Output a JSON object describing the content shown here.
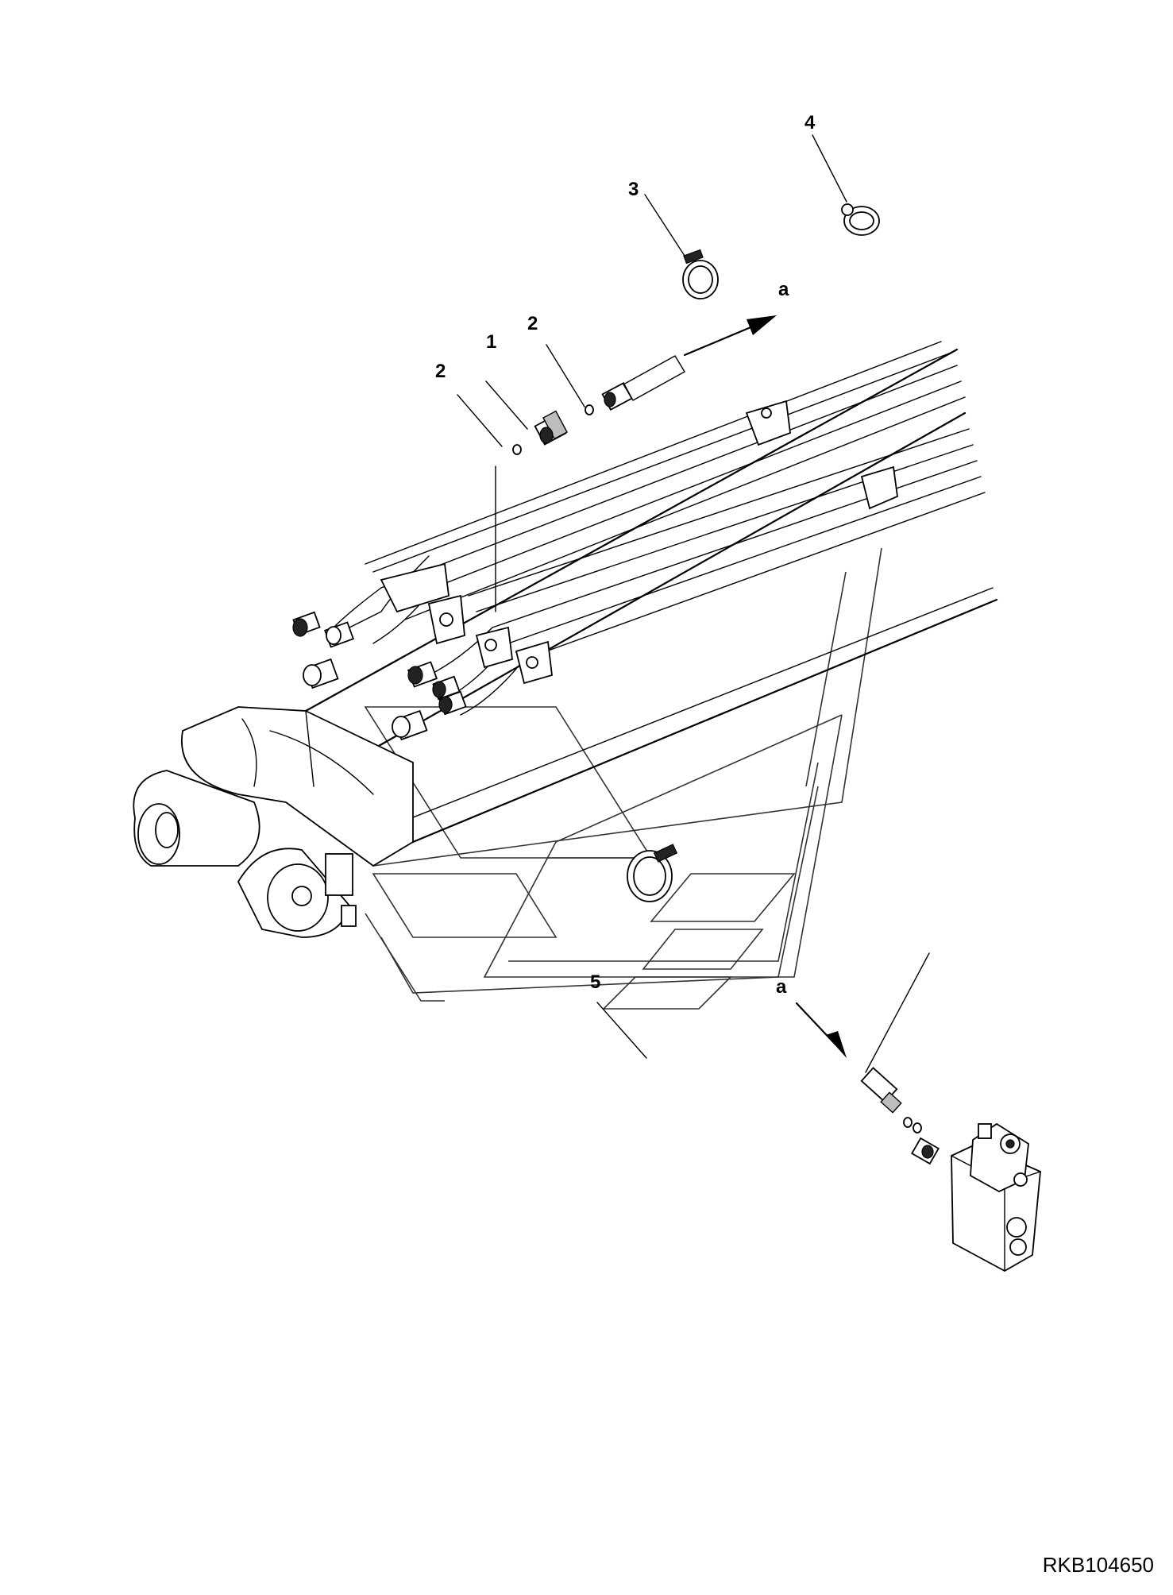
{
  "drawing_reference": "RKB104650",
  "callouts": [
    {
      "id": "c1",
      "label": "1"
    },
    {
      "id": "c2a",
      "label": "2"
    },
    {
      "id": "c2b",
      "label": "2"
    },
    {
      "id": "c3",
      "label": "3"
    },
    {
      "id": "c4",
      "label": "4"
    },
    {
      "id": "c5",
      "label": "5"
    }
  ],
  "view_markers": [
    {
      "id": "a-top",
      "label": "a"
    },
    {
      "id": "a-bottom",
      "label": "a"
    }
  ]
}
